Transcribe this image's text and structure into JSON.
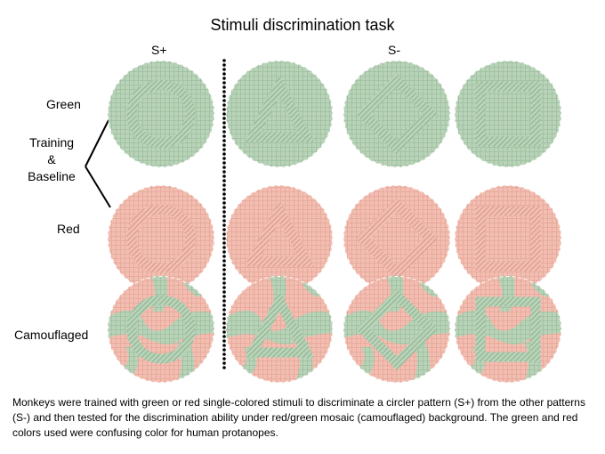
{
  "title": "Stimuli discrimination task",
  "headers": {
    "s_plus": "S+",
    "s_minus": "S-"
  },
  "rows": {
    "green": "Green",
    "training_lines": [
      "Training",
      "&",
      "Baseline"
    ],
    "red": "Red",
    "camouflaged": "Camouflaged"
  },
  "caption": "Monkeys were trained with green or red single-colored stimuli to discriminate a circler pattern (S+) from the other patterns (S-) and then tested for the discrimination ability under red/green mosaic (camouflaged) background. The green and red colors used were confusing color for human protanopes.",
  "shapes": [
    "circle",
    "triangle",
    "diamond",
    "square"
  ],
  "colors": {
    "green_fill": "#b9d3b9",
    "green_grid": "#9dbf9e",
    "green_shape": "#7fa882",
    "red_fill": "#f2beb2",
    "red_grid": "#e6a698",
    "red_shape": "#cf8a7c",
    "divider": "#000000"
  }
}
